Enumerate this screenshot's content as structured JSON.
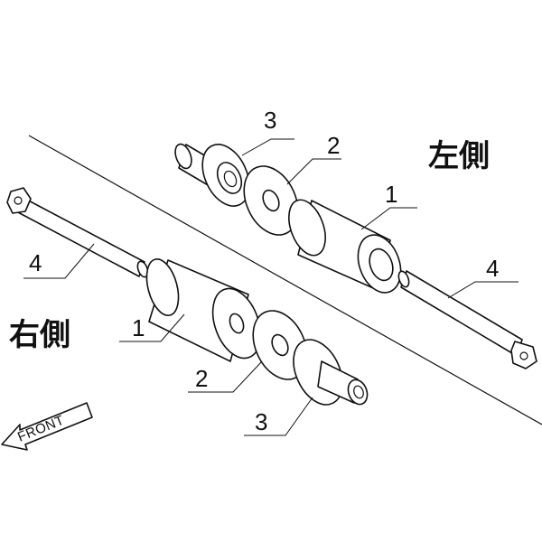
{
  "labels": {
    "left_side": "左側",
    "right_side": "右側",
    "front": "FRONT"
  },
  "callouts": {
    "upper_3": "3",
    "upper_2": "2",
    "upper_1": "1",
    "upper_4": "4",
    "lower_4": "4",
    "lower_1": "1",
    "lower_2": "2",
    "lower_3": "3"
  },
  "colors": {
    "ink": "#111111",
    "paper": "#ffffff"
  }
}
